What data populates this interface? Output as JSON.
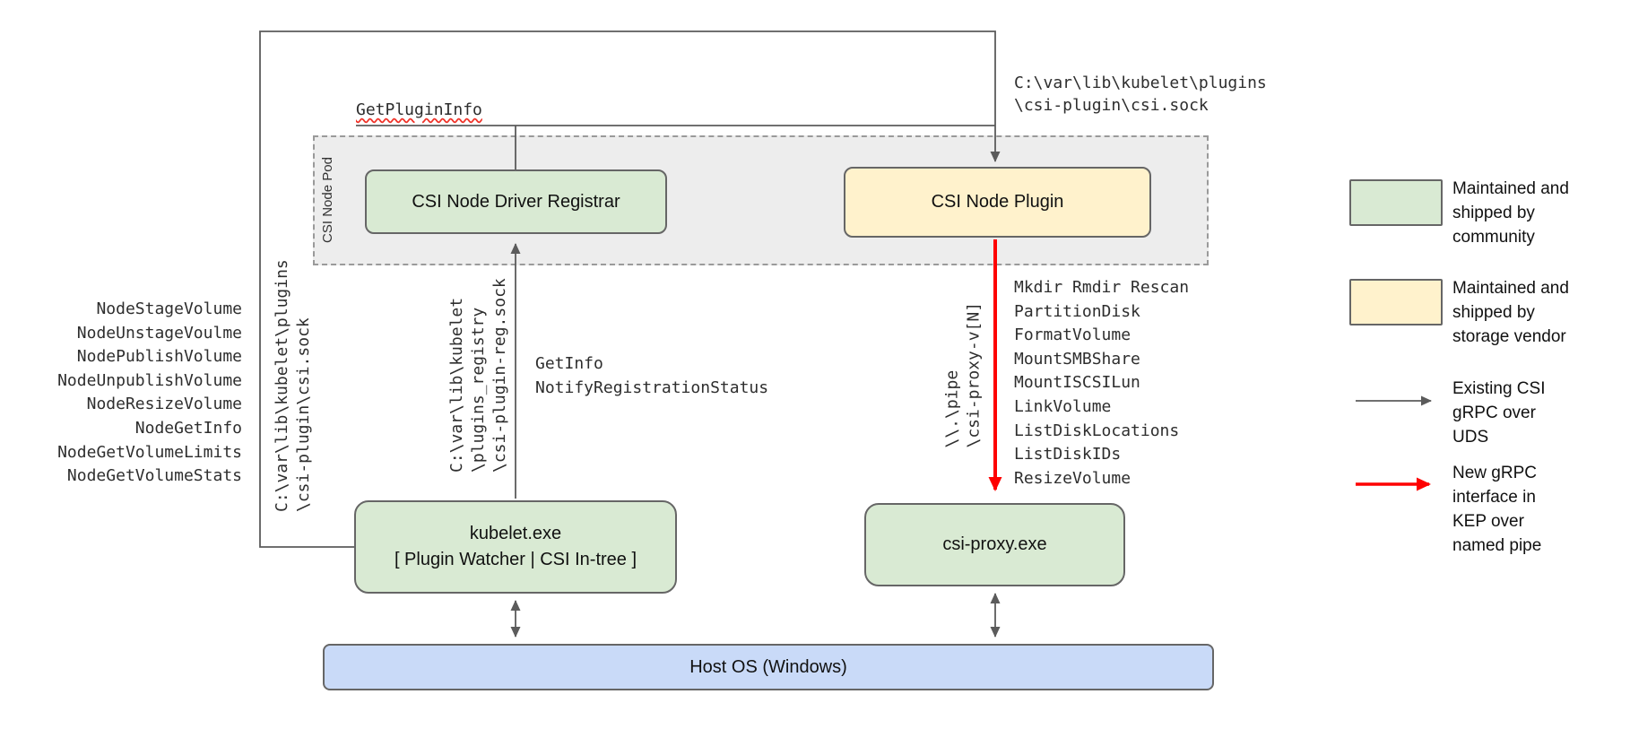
{
  "colors": {
    "community_green": "#d9ead3",
    "vendor_yellow": "#fff2cc",
    "host_blue": "#c9daf8",
    "uds_arrow_gray": "#5b5b5b",
    "pipe_arrow_red": "#fe0000"
  },
  "pod": {
    "label": "CSI Node Pod"
  },
  "nodes": {
    "registrar": "CSI Node Driver Registrar",
    "plugin": "CSI Node Plugin",
    "kubelet": "kubelet.exe\n[ Plugin Watcher | CSI In-tree ]",
    "csi_proxy": "csi-proxy.exe",
    "host_os": "Host OS (Windows)"
  },
  "edge_labels": {
    "get_plugin_info": "GetPluginInfo",
    "csi_sock_path": "C:\\var\\lib\\kubelet\\plugins\n\\csi-plugin\\csi.sock",
    "csi_sock_path_vertical": "C:\\var\\lib\\kubelet\\plugins\n\\csi-plugin\\csi.sock",
    "registration_sock_vertical": "C:\\var\\lib\\kubelet\n\\plugins_registry\n\\csi-plugin-reg.sock",
    "named_pipe_vertical": "\\\\.\\pipe\n\\csi-proxy-v[N]",
    "registration_calls": "GetInfo\nNotifyRegistrationStatus"
  },
  "node_service_calls": [
    "NodeStageVolume",
    "NodeUnstageVoulme",
    "NodePublishVolume",
    "NodeUnpublishVolume",
    "NodeResizeVolume",
    "NodeGetInfo",
    "NodeGetVolumeLimits",
    "NodeGetVolumeStats"
  ],
  "csi_proxy_calls": [
    "Mkdir Rmdir Rescan",
    "PartitionDisk",
    "FormatVolume",
    "MountSMBShare",
    "MountISCSILun",
    "LinkVolume",
    "ListDiskLocations",
    "ListDiskIDs",
    "ResizeVolume"
  ],
  "legend": {
    "community": "Maintained and\nshipped by\ncommunity",
    "vendor": "Maintained and\nshipped by\nstorage vendor",
    "uds": "Existing CSI\ngRPC over\nUDS",
    "pipe": "New gRPC\ninterface in\nKEP over\nnamed pipe"
  }
}
